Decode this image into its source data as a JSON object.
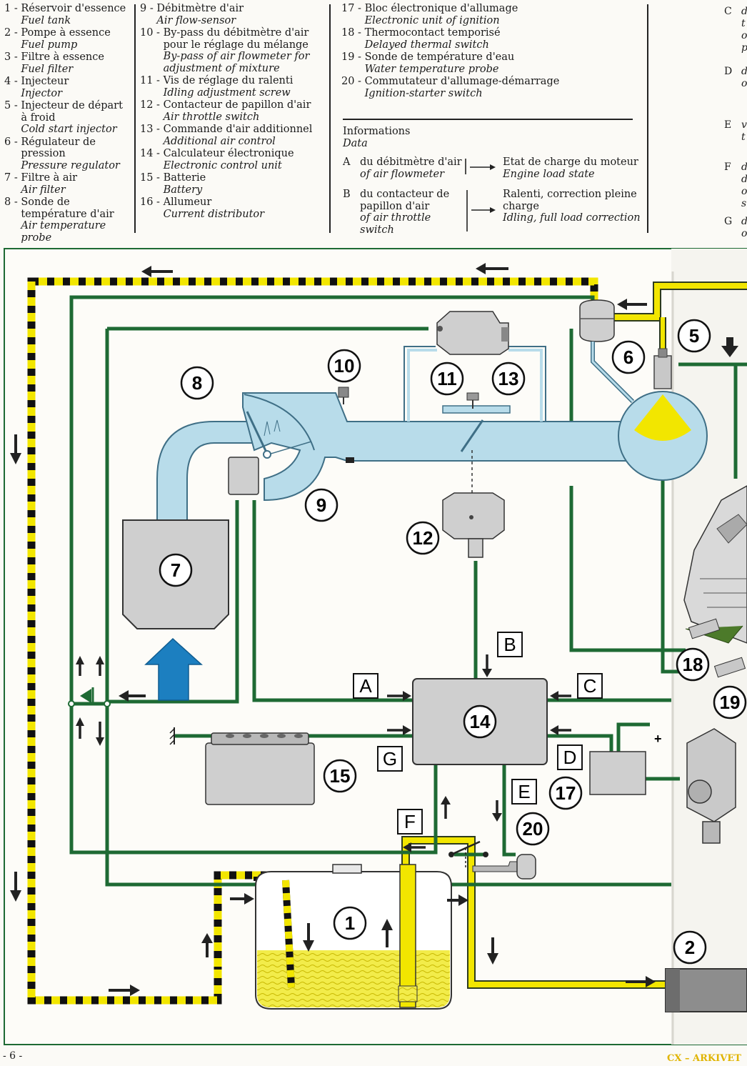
{
  "legend": {
    "col1": [
      {
        "num": "1 - ",
        "fr": "Réservoir d'essence",
        "en": "Fuel tank"
      },
      {
        "num": "2 - ",
        "fr": "Pompe à essence",
        "en": "Fuel pump"
      },
      {
        "num": "3 - ",
        "fr": "Filtre à essence",
        "en": "Fuel filter"
      },
      {
        "num": "4 - ",
        "fr": "Injecteur",
        "en": "Injector"
      },
      {
        "num": "5 - ",
        "fr": "Injecteur de départ à froid",
        "en": "Cold start injector"
      },
      {
        "num": "6 - ",
        "fr": "Régulateur de pression",
        "en": "Pressure regulator"
      },
      {
        "num": "7 - ",
        "fr": "Filtre à air",
        "en": "Air filter"
      },
      {
        "num": "8 - ",
        "fr": "Sonde de température d'air",
        "en": "Air temperature probe"
      }
    ],
    "col2": [
      {
        "num": "9 - ",
        "fr": "Débitmètre d'air",
        "en": "Air flow-sensor"
      },
      {
        "num": "10 - ",
        "fr": "By-pass du débitmètre d'air pour le réglage du mélange",
        "en": "By-pass of air flowmeter for adjustment of mixture"
      },
      {
        "num": "11 - ",
        "fr": "Vis de réglage du ralenti",
        "en": "Idling adjustment screw"
      },
      {
        "num": "12 - ",
        "fr": "Contacteur de papillon d'air",
        "en": "Air throttle switch"
      },
      {
        "num": "13 - ",
        "fr": "Commande d'air additionnel",
        "en": "Additional air control"
      },
      {
        "num": "14 - ",
        "fr": "Calculateur électronique",
        "en": "Electronic control unit"
      },
      {
        "num": "15 - ",
        "fr": "Batterie",
        "en": "Battery"
      },
      {
        "num": "16 - ",
        "fr": "Allumeur",
        "en": "Current distributor"
      }
    ],
    "col3": [
      {
        "num": "17 - ",
        "fr": "Bloc électronique d'allumage",
        "en": "Electronic unit of ignition"
      },
      {
        "num": "18 - ",
        "fr": "Thermocontact temporisé",
        "en": "Delayed thermal switch"
      },
      {
        "num": "19 - ",
        "fr": "Sonde de température d'eau",
        "en": "Water temperature probe"
      },
      {
        "num": "20 - ",
        "fr": "Commutateur d'allumage-démarrage",
        "en": "Ignition-starter switch"
      }
    ]
  },
  "informations": {
    "title_fr": "Informations",
    "title_en": "Data",
    "rows": [
      {
        "letter": "A",
        "from_fr": "du débitmètre d'air",
        "from_en": "of air flowmeter",
        "to_fr": "Etat de charge du moteur",
        "to_en": "Engine load state"
      },
      {
        "letter": "B",
        "from_fr": "du contacteur de papillon d'air",
        "from_en": "of air throttle switch",
        "to_fr": "Ralenti, correction pleine charge",
        "to_en": "Idling, full load correction"
      }
    ]
  },
  "edge_letters": [
    {
      "letter": "C",
      "frag": "d t o p"
    },
    {
      "letter": "D",
      "frag": "d o"
    },
    {
      "letter": "E",
      "frag": "v t"
    },
    {
      "letter": "F",
      "frag": "d d o s"
    },
    {
      "letter": "G",
      "frag": "d o"
    }
  ],
  "diagram": {
    "component_numbers": [
      "1",
      "2",
      "5",
      "6",
      "7",
      "8",
      "9",
      "10",
      "11",
      "12",
      "13",
      "14",
      "15",
      "17",
      "18",
      "19",
      "20"
    ],
    "signal_letters": [
      "A",
      "B",
      "C",
      "D",
      "E",
      "F",
      "G"
    ],
    "battery_plus": "+"
  },
  "colors": {
    "air": "#b8dcea",
    "air_edge": "#3f6f86",
    "fuel": "#f2e600",
    "wire": "#1e6a34",
    "component": "#cfcfcf",
    "arrow_blue": "#1c7fc0",
    "brand": "#e0b400"
  },
  "footer": {
    "page": "- 6 -",
    "brand": "CX – ARKIVET"
  }
}
